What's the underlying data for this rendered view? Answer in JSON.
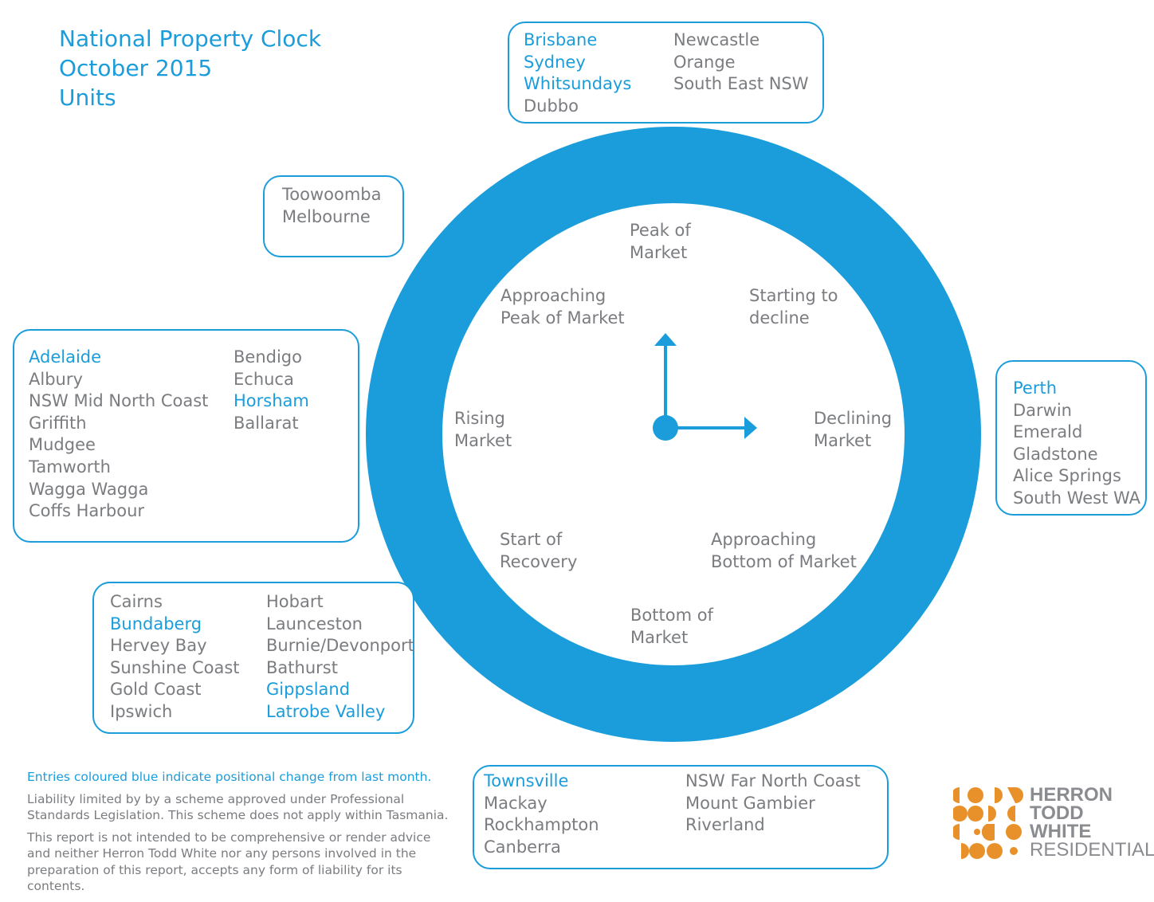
{
  "title": {
    "line1": "National Property Clock",
    "line2": "October 2015",
    "line3": "Units"
  },
  "colors": {
    "accent": "#1b9ddb",
    "text": "#7a7c80",
    "logo_orange": "#e8912a"
  },
  "clock": {
    "phases": {
      "peak": [
        "Peak of",
        "Market"
      ],
      "starting_decline": [
        "Starting to",
        "decline"
      ],
      "declining": [
        "Declining",
        "Market"
      ],
      "approaching_bottom": [
        "Approaching",
        "Bottom of Market"
      ],
      "bottom": [
        "Bottom of",
        "Market"
      ],
      "start_recovery": [
        "Start of",
        "Recovery"
      ],
      "rising": [
        "Rising",
        "Market"
      ],
      "approaching_peak": [
        "Approaching",
        "Peak of Market"
      ]
    },
    "hands": {
      "hour_hand": "pointing-up",
      "minute_hand": "pointing-right"
    }
  },
  "groups": {
    "peak": {
      "col1": [
        {
          "name": "Brisbane",
          "changed": true
        },
        {
          "name": "Sydney",
          "changed": true
        },
        {
          "name": "Whitsundays",
          "changed": true
        },
        {
          "name": "Dubbo",
          "changed": false
        }
      ],
      "col2": [
        {
          "name": "Newcastle",
          "changed": false
        },
        {
          "name": "Orange",
          "changed": false
        },
        {
          "name": "South East NSW",
          "changed": false
        }
      ]
    },
    "approaching_peak": {
      "col1": [
        {
          "name": "Toowoomba",
          "changed": false
        },
        {
          "name": "Melbourne",
          "changed": false
        }
      ]
    },
    "rising": {
      "col1": [
        {
          "name": "Adelaide",
          "changed": true
        },
        {
          "name": "Albury",
          "changed": false
        },
        {
          "name": "NSW Mid North Coast",
          "changed": false
        },
        {
          "name": "Griffith",
          "changed": false
        },
        {
          "name": "Mudgee",
          "changed": false
        },
        {
          "name": "Tamworth",
          "changed": false
        },
        {
          "name": "Wagga Wagga",
          "changed": false
        },
        {
          "name": "Coffs Harbour",
          "changed": false
        }
      ],
      "col2": [
        {
          "name": "Bendigo",
          "changed": false
        },
        {
          "name": "Echuca",
          "changed": false
        },
        {
          "name": "Horsham",
          "changed": true
        },
        {
          "name": "Ballarat",
          "changed": false
        }
      ]
    },
    "start_recovery": {
      "col1": [
        {
          "name": "Cairns",
          "changed": false
        },
        {
          "name": "Bundaberg",
          "changed": true
        },
        {
          "name": "Hervey Bay",
          "changed": false
        },
        {
          "name": "Sunshine Coast",
          "changed": false
        },
        {
          "name": "Gold Coast",
          "changed": false
        },
        {
          "name": "Ipswich",
          "changed": false
        }
      ],
      "col2": [
        {
          "name": "Hobart",
          "changed": false
        },
        {
          "name": "Launceston",
          "changed": false
        },
        {
          "name": "Burnie/Devonport",
          "changed": false
        },
        {
          "name": "Bathurst",
          "changed": false
        },
        {
          "name": "Gippsland",
          "changed": true
        },
        {
          "name": "Latrobe Valley",
          "changed": true
        }
      ]
    },
    "declining": {
      "col1": [
        {
          "name": "Perth",
          "changed": true
        },
        {
          "name": "Darwin",
          "changed": false
        },
        {
          "name": "Emerald",
          "changed": false
        },
        {
          "name": "Gladstone",
          "changed": false
        },
        {
          "name": "Alice Springs",
          "changed": false
        },
        {
          "name": "South West WA",
          "changed": false
        }
      ]
    },
    "bottom": {
      "col1": [
        {
          "name": "Townsville",
          "changed": true
        },
        {
          "name": "Mackay",
          "changed": false
        },
        {
          "name": "Rockhampton",
          "changed": false
        },
        {
          "name": "Canberra",
          "changed": false
        }
      ],
      "col2": [
        {
          "name": "NSW Far North Coast",
          "changed": false
        },
        {
          "name": "Mount Gambier",
          "changed": false
        },
        {
          "name": "Riverland",
          "changed": false
        }
      ]
    }
  },
  "notes": {
    "legend": "Entries coloured blue indicate positional change from last month.",
    "liability": "Liability limited by by a scheme approved under Professional Standards Legislation. This scheme does not apply within Tasmania.",
    "disclaimer": "This report is not intended to be comprehensive or render advice and neither Herron Todd White nor any persons involved in the preparation of this report, accepts any form of liability for its contents."
  },
  "logo": {
    "line1": "HERRON",
    "line2": "TODD",
    "line3": "WHITE",
    "line4": "RESIDENTIAL",
    "icon": "dot-grid-logo-icon"
  }
}
